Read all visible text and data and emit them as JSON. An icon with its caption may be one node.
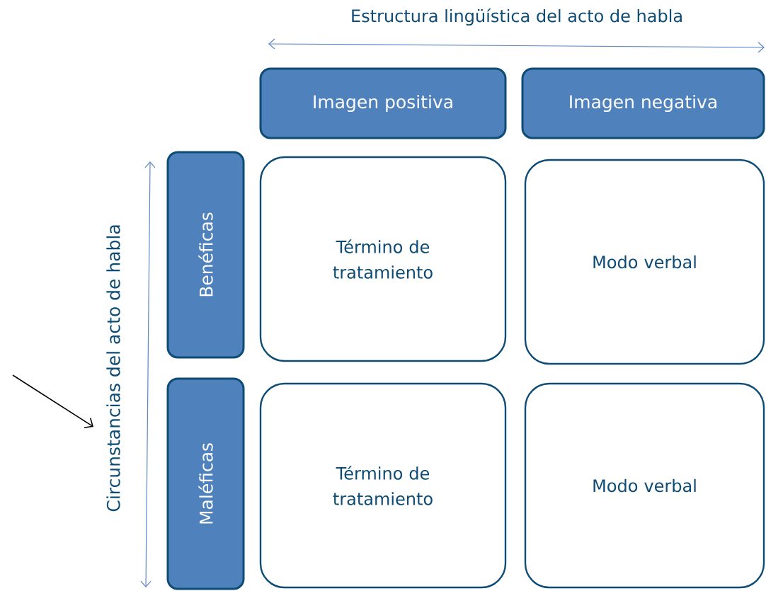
{
  "diagram": {
    "nodes": [
      {
        "text": [
          "Imagen positiva"
        ]
      },
      {
        "text": [
          "Imagen negativa"
        ]
      },
      {
        "text": [
          "Benéficas"
        ]
      },
      {
        "text": [
          "Término de tratamiento"
        ]
      },
      {
        "text": [
          "Modo verbal"
        ]
      },
      {
        "text": [
          "Maléficas"
        ]
      },
      {
        "text": [
          "Término de tratamiento"
        ]
      },
      {
        "text": [
          "Modo verbal"
        ]
      },
      {
        "text": [
          "Circunstancias del acto de habla"
        ]
      }
    ],
    "edges": [
      {
        "from": null,
        "to": 8,
        "arrow": "to",
        "color": "#000000"
      }
    ],
    "labels": [
      "Estructura lingüística del acto de habla"
    ]
  }
}
